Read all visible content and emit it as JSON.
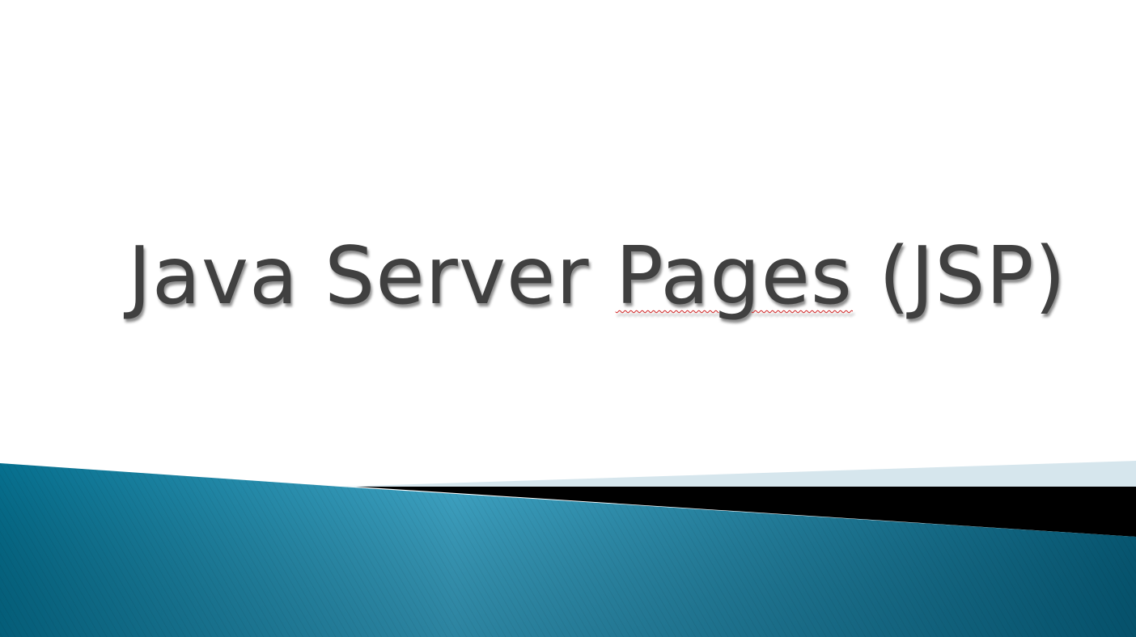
{
  "slide": {
    "title_parts": [
      "Java Server ",
      "Pages",
      " (JSP)"
    ]
  },
  "colors": {
    "title": "#404040",
    "band_light": "#d6e6ed",
    "band_dark": "#000000",
    "wave_teal_dark": "#06708f",
    "wave_teal_light": "#3fa7c8",
    "spellcheck": "#d02020"
  }
}
